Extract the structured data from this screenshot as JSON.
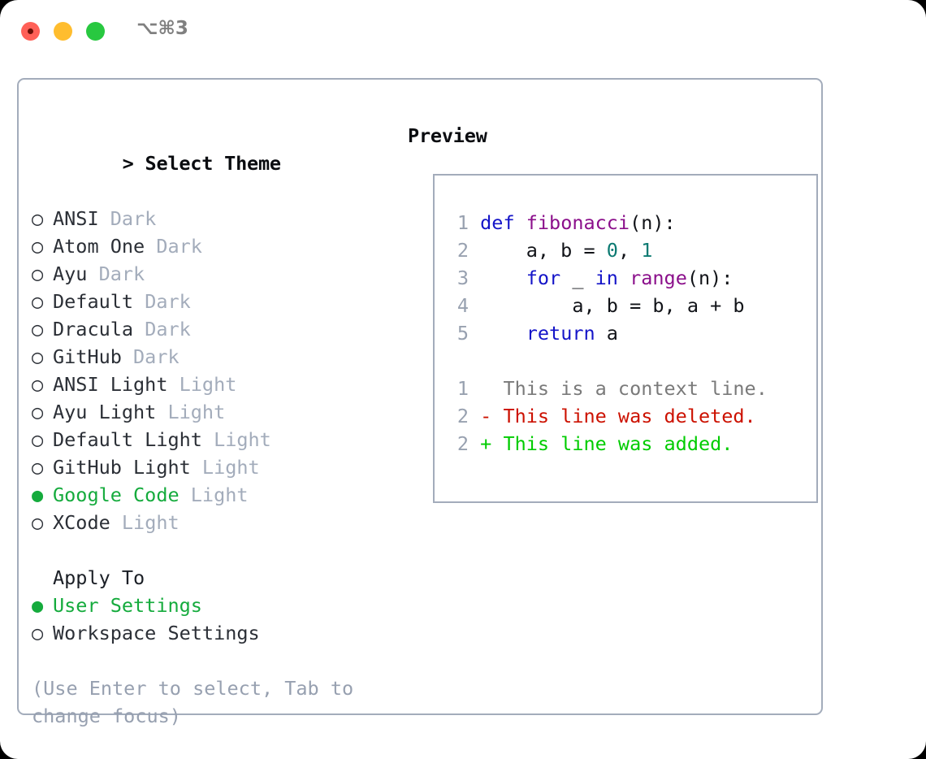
{
  "titlebar": {
    "buttons": [
      "close-button",
      "minimize-button",
      "maximize-button"
    ],
    "shortcut": "⌥⌘3"
  },
  "theme_picker": {
    "header_prefix": "> ",
    "header": "Select Theme",
    "bullet_on": "●",
    "bullet_off": "○",
    "selected_color": "#15ab3d",
    "kind_color": "#a3acbb",
    "items": [
      {
        "name": "ANSI",
        "kind": "Dark",
        "selected": false
      },
      {
        "name": "Atom One",
        "kind": "Dark",
        "selected": false
      },
      {
        "name": "Ayu",
        "kind": "Dark",
        "selected": false
      },
      {
        "name": "Default",
        "kind": "Dark",
        "selected": false
      },
      {
        "name": "Dracula",
        "kind": "Dark",
        "selected": false
      },
      {
        "name": "GitHub",
        "kind": "Dark",
        "selected": false
      },
      {
        "name": "ANSI Light",
        "kind": "Light",
        "selected": false
      },
      {
        "name": "Ayu Light",
        "kind": "Light",
        "selected": false
      },
      {
        "name": "Default Light",
        "kind": "Light",
        "selected": false
      },
      {
        "name": "GitHub Light",
        "kind": "Light",
        "selected": false
      },
      {
        "name": "Google Code",
        "kind": "Light",
        "selected": true
      },
      {
        "name": "XCode",
        "kind": "Light",
        "selected": false
      }
    ]
  },
  "apply_to": {
    "title": "Apply To",
    "options": [
      {
        "label": "User Settings",
        "selected": true
      },
      {
        "label": "Workspace Settings",
        "selected": false
      }
    ]
  },
  "hint": "(Use Enter to select, Tab to change focus)",
  "preview": {
    "title": "Preview",
    "code_lines": [
      {
        "num": "1",
        "tokens": [
          {
            "t": "def",
            "c": "kw"
          },
          {
            "t": " ",
            "c": "pl"
          },
          {
            "t": "fibonacci",
            "c": "fn"
          },
          {
            "t": "(n):",
            "c": "pl"
          }
        ]
      },
      {
        "num": "2",
        "tokens": [
          {
            "t": "    a, b = ",
            "c": "pl"
          },
          {
            "t": "0",
            "c": "num"
          },
          {
            "t": ", ",
            "c": "pl"
          },
          {
            "t": "1",
            "c": "num"
          }
        ]
      },
      {
        "num": "3",
        "tokens": [
          {
            "t": "    ",
            "c": "pl"
          },
          {
            "t": "for",
            "c": "kw"
          },
          {
            "t": " _ ",
            "c": "pl"
          },
          {
            "t": "in",
            "c": "kw"
          },
          {
            "t": " ",
            "c": "pl"
          },
          {
            "t": "range",
            "c": "fn"
          },
          {
            "t": "(n):",
            "c": "pl"
          }
        ]
      },
      {
        "num": "4",
        "tokens": [
          {
            "t": "        a, b = b, a + b",
            "c": "pl"
          }
        ]
      },
      {
        "num": "5",
        "tokens": [
          {
            "t": "    ",
            "c": "pl"
          },
          {
            "t": "return",
            "c": "kw"
          },
          {
            "t": " a",
            "c": "pl"
          }
        ]
      }
    ],
    "diff_lines": [
      {
        "num": "1",
        "marker": "  ",
        "text": "This is a context line.",
        "kind": "ctx"
      },
      {
        "num": "2",
        "marker": "- ",
        "text": "This line was deleted.",
        "kind": "del"
      },
      {
        "num": "2",
        "marker": "+ ",
        "text": "This line was added.",
        "kind": "add"
      }
    ],
    "colors": {
      "keyword": "#1414c8",
      "function": "#8b0f8b",
      "number": "#0c7a72",
      "plain": "#111318",
      "line_number": "#98a1b0",
      "context": "#7a7a7a",
      "deleted": "#cc1100",
      "added": "#00cc00"
    }
  }
}
